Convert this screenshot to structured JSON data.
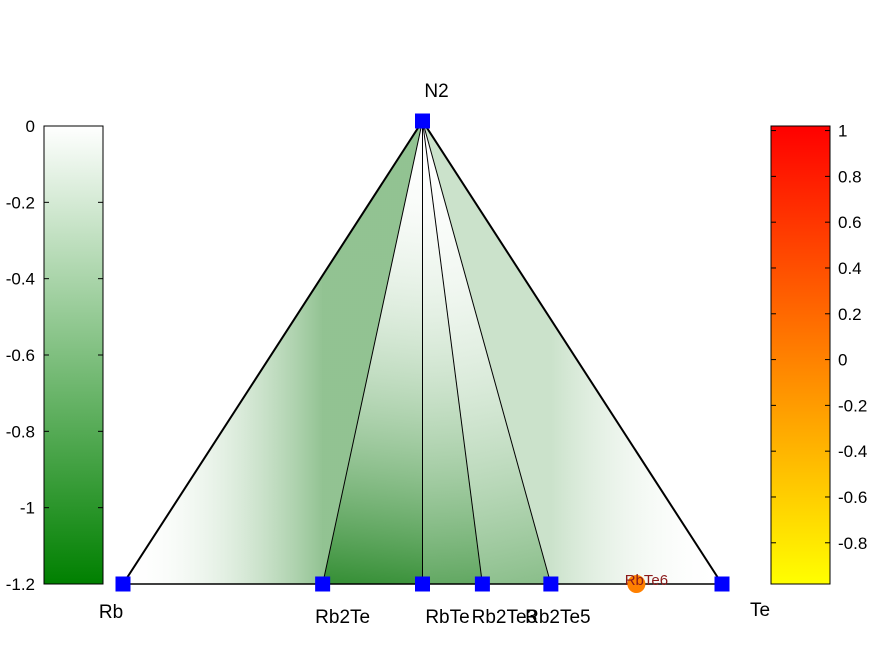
{
  "chart_data": {
    "type": "ternary-phase-diagram",
    "vertices": [
      {
        "name": "Rb",
        "b": 0
      },
      {
        "name": "Te",
        "b": 1
      },
      {
        "name": "N2",
        "b": 0.5
      }
    ],
    "stable_phases": [
      {
        "name": "Rb2Te",
        "b": 0.3333,
        "on_base": true,
        "marker": "square",
        "color": "#0000ff"
      },
      {
        "name": "RbTe",
        "b": 0.5,
        "on_base": true,
        "marker": "square",
        "color": "#0000ff"
      },
      {
        "name": "Rb2Te3",
        "b": 0.6,
        "on_base": true,
        "marker": "square",
        "color": "#0000ff"
      },
      {
        "name": "Rb2Te5",
        "b": 0.7143,
        "on_base": true,
        "marker": "square",
        "color": "#0000ff"
      }
    ],
    "unstable_phases": [
      {
        "name": "RbTe6",
        "b": 0.8571,
        "on_base": true,
        "marker": "circle",
        "color": "#ff8000",
        "label_color": "#8b1a1a"
      }
    ],
    "tie_lines_from": "N2",
    "left_colorbar": {
      "ticks": [
        "0",
        "-0.2",
        "-0.4",
        "-0.6",
        "-0.8",
        "-1",
        "-1.2"
      ],
      "range": [
        -1.2,
        0
      ],
      "colors": [
        "#008000",
        "#ffffff"
      ]
    },
    "right_colorbar": {
      "ticks": [
        "1",
        "0.8",
        "0.6",
        "0.4",
        "0.2",
        "0",
        "-0.2",
        "-0.4",
        "-0.6",
        "-0.8"
      ],
      "range": [
        -1,
        1
      ],
      "colors": [
        "#ffff00",
        "#ff0000"
      ]
    },
    "colors": {
      "stable_marker": "#0000ff",
      "unstable_marker": "#ff8000",
      "edge": "#000000"
    }
  }
}
